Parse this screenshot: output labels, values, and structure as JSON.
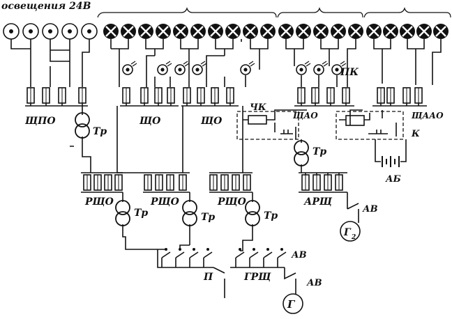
{
  "labels": {
    "lighting_24v": "освещения 24В",
    "shpo": "ЩПО",
    "shcho_1": "ЩО",
    "shcho_2": "ЩО",
    "shao": "ЩАО",
    "shaao": "ЩААО",
    "tr_top": "Тр",
    "tr_mid": "Тр",
    "tr_low_1": "Тр",
    "tr_low_2": "Тр",
    "tr_low_3": "Тр",
    "rshcho_1": "РЩО",
    "rshcho_2": "РЩО",
    "rshcho_3": "РЩО",
    "arsh": "АРЩ",
    "chk": "ЧК",
    "pk": "ПК",
    "k": "К",
    "ab_battery": "АБ",
    "av_g2": "АВ",
    "g2": "Г",
    "g2_sub": "2",
    "av_main": "АВ",
    "av_g": "АВ",
    "g": "Г",
    "p": "П",
    "grsh": "ГРЩ"
  },
  "lamp_groups": {
    "group1_lit": false,
    "group2_lit": true,
    "group3_lit": true,
    "group4_lit": true
  }
}
